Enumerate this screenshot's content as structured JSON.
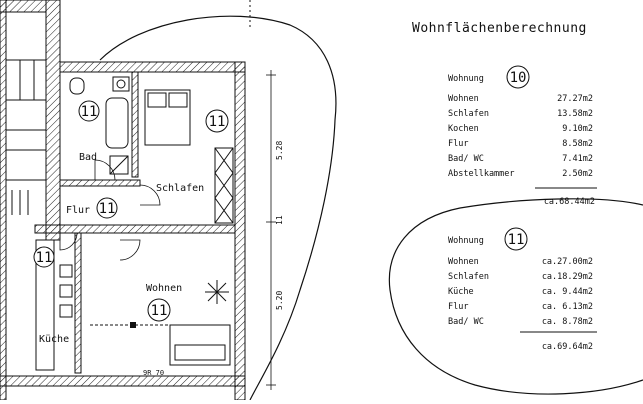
{
  "title": "Wohnflächenberechnung",
  "rooms": {
    "bad": "Bad",
    "flur": "Flur",
    "schlafen": "Schlafen",
    "kueche": "Küche",
    "wohnen": "Wohnen"
  },
  "unit_markers": {
    "bath": "11",
    "bedroom": "11",
    "flur": "11",
    "kitchen": "11",
    "living": "11"
  },
  "dimensions": {
    "right_upper": "5.28",
    "right_mid": "11",
    "right_lower": "5.20",
    "bottom": "9R 70"
  },
  "apartment_10": {
    "label": "Wohnung",
    "number": "10",
    "rows": [
      {
        "room": "Wohnen",
        "area": "27.27m2"
      },
      {
        "room": "Schlafen",
        "area": "13.58m2"
      },
      {
        "room": "Kochen",
        "area": "9.10m2"
      },
      {
        "room": "Flur",
        "area": "8.58m2"
      },
      {
        "room": "Bad/ WC",
        "area": "7.41m2"
      },
      {
        "room": "Abstellkammer",
        "area": "2.50m2"
      }
    ],
    "total": "ca.68.44m2"
  },
  "apartment_11": {
    "label": "Wohnung",
    "number": "11",
    "rows": [
      {
        "room": "Wohnen",
        "area": "ca.27.00m2"
      },
      {
        "room": "Schlafen",
        "area": "ca.18.29m2"
      },
      {
        "room": "Küche",
        "area": "ca. 9.44m2"
      },
      {
        "room": "Flur",
        "area": "ca. 6.13m2"
      },
      {
        "room": "Bad/ WC",
        "area": "ca. 8.78m2"
      }
    ],
    "total": "ca.69.64m2"
  }
}
